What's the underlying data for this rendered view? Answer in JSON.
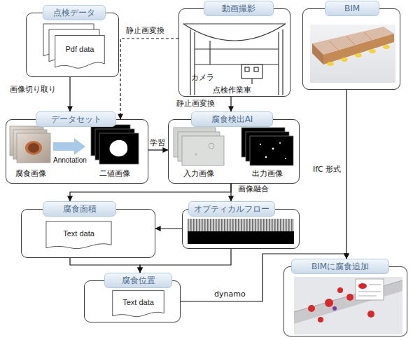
{
  "diagram": {
    "nodes": [
      {
        "text": [
          "点検データ"
        ]
      },
      {
        "text": [
          "Pdf data"
        ],
        "in": 0
      },
      {
        "text": [
          "動画撮影"
        ]
      },
      {
        "text": [
          "BIM"
        ]
      },
      {
        "text": [
          "データセット"
        ]
      },
      {
        "text": [
          "腐食検出AI"
        ]
      },
      {
        "text": [
          "腐食面積"
        ]
      },
      {
        "text": [
          "Text data"
        ],
        "in": 6
      },
      {
        "text": [
          "オプティカルフロー"
        ]
      },
      {
        "text": [
          "腐食位置"
        ]
      },
      {
        "text": [
          "Text data"
        ],
        "in": 9
      },
      {
        "text": [
          "BIMに腐食追加"
        ]
      }
    ],
    "edges": [
      {
        "from": 0,
        "to": 4,
        "arrow": "to",
        "label": "画像切り取り"
      },
      {
        "from": 2,
        "to": 4,
        "arrow": "to",
        "label": "静止画変換"
      },
      {
        "from": 2,
        "to": 5,
        "arrow": "to",
        "label": "静止画変換"
      },
      {
        "from": 4,
        "to": 5,
        "arrow": "to",
        "label": "学習"
      },
      {
        "from": 5,
        "to": 6,
        "arrow": "to"
      },
      {
        "from": 5,
        "to": 8,
        "arrow": "to",
        "label": "画像融合"
      },
      {
        "from": 8,
        "to": 6,
        "arrow": "to"
      },
      {
        "from": 6,
        "to": 9,
        "arrow": "to"
      },
      {
        "from": 8,
        "to": 9,
        "arrow": "to"
      },
      {
        "from": 3,
        "to": 11,
        "arrow": "to",
        "label": "IfC 形式"
      },
      {
        "from": 9,
        "to": 11,
        "arrow": "to",
        "label": "dynamo"
      }
    ],
    "labels": [
      "カメラ",
      "点検作業車",
      "腐食画像",
      "Annotation",
      "二値画像",
      "入力画像",
      "出力画像"
    ]
  }
}
